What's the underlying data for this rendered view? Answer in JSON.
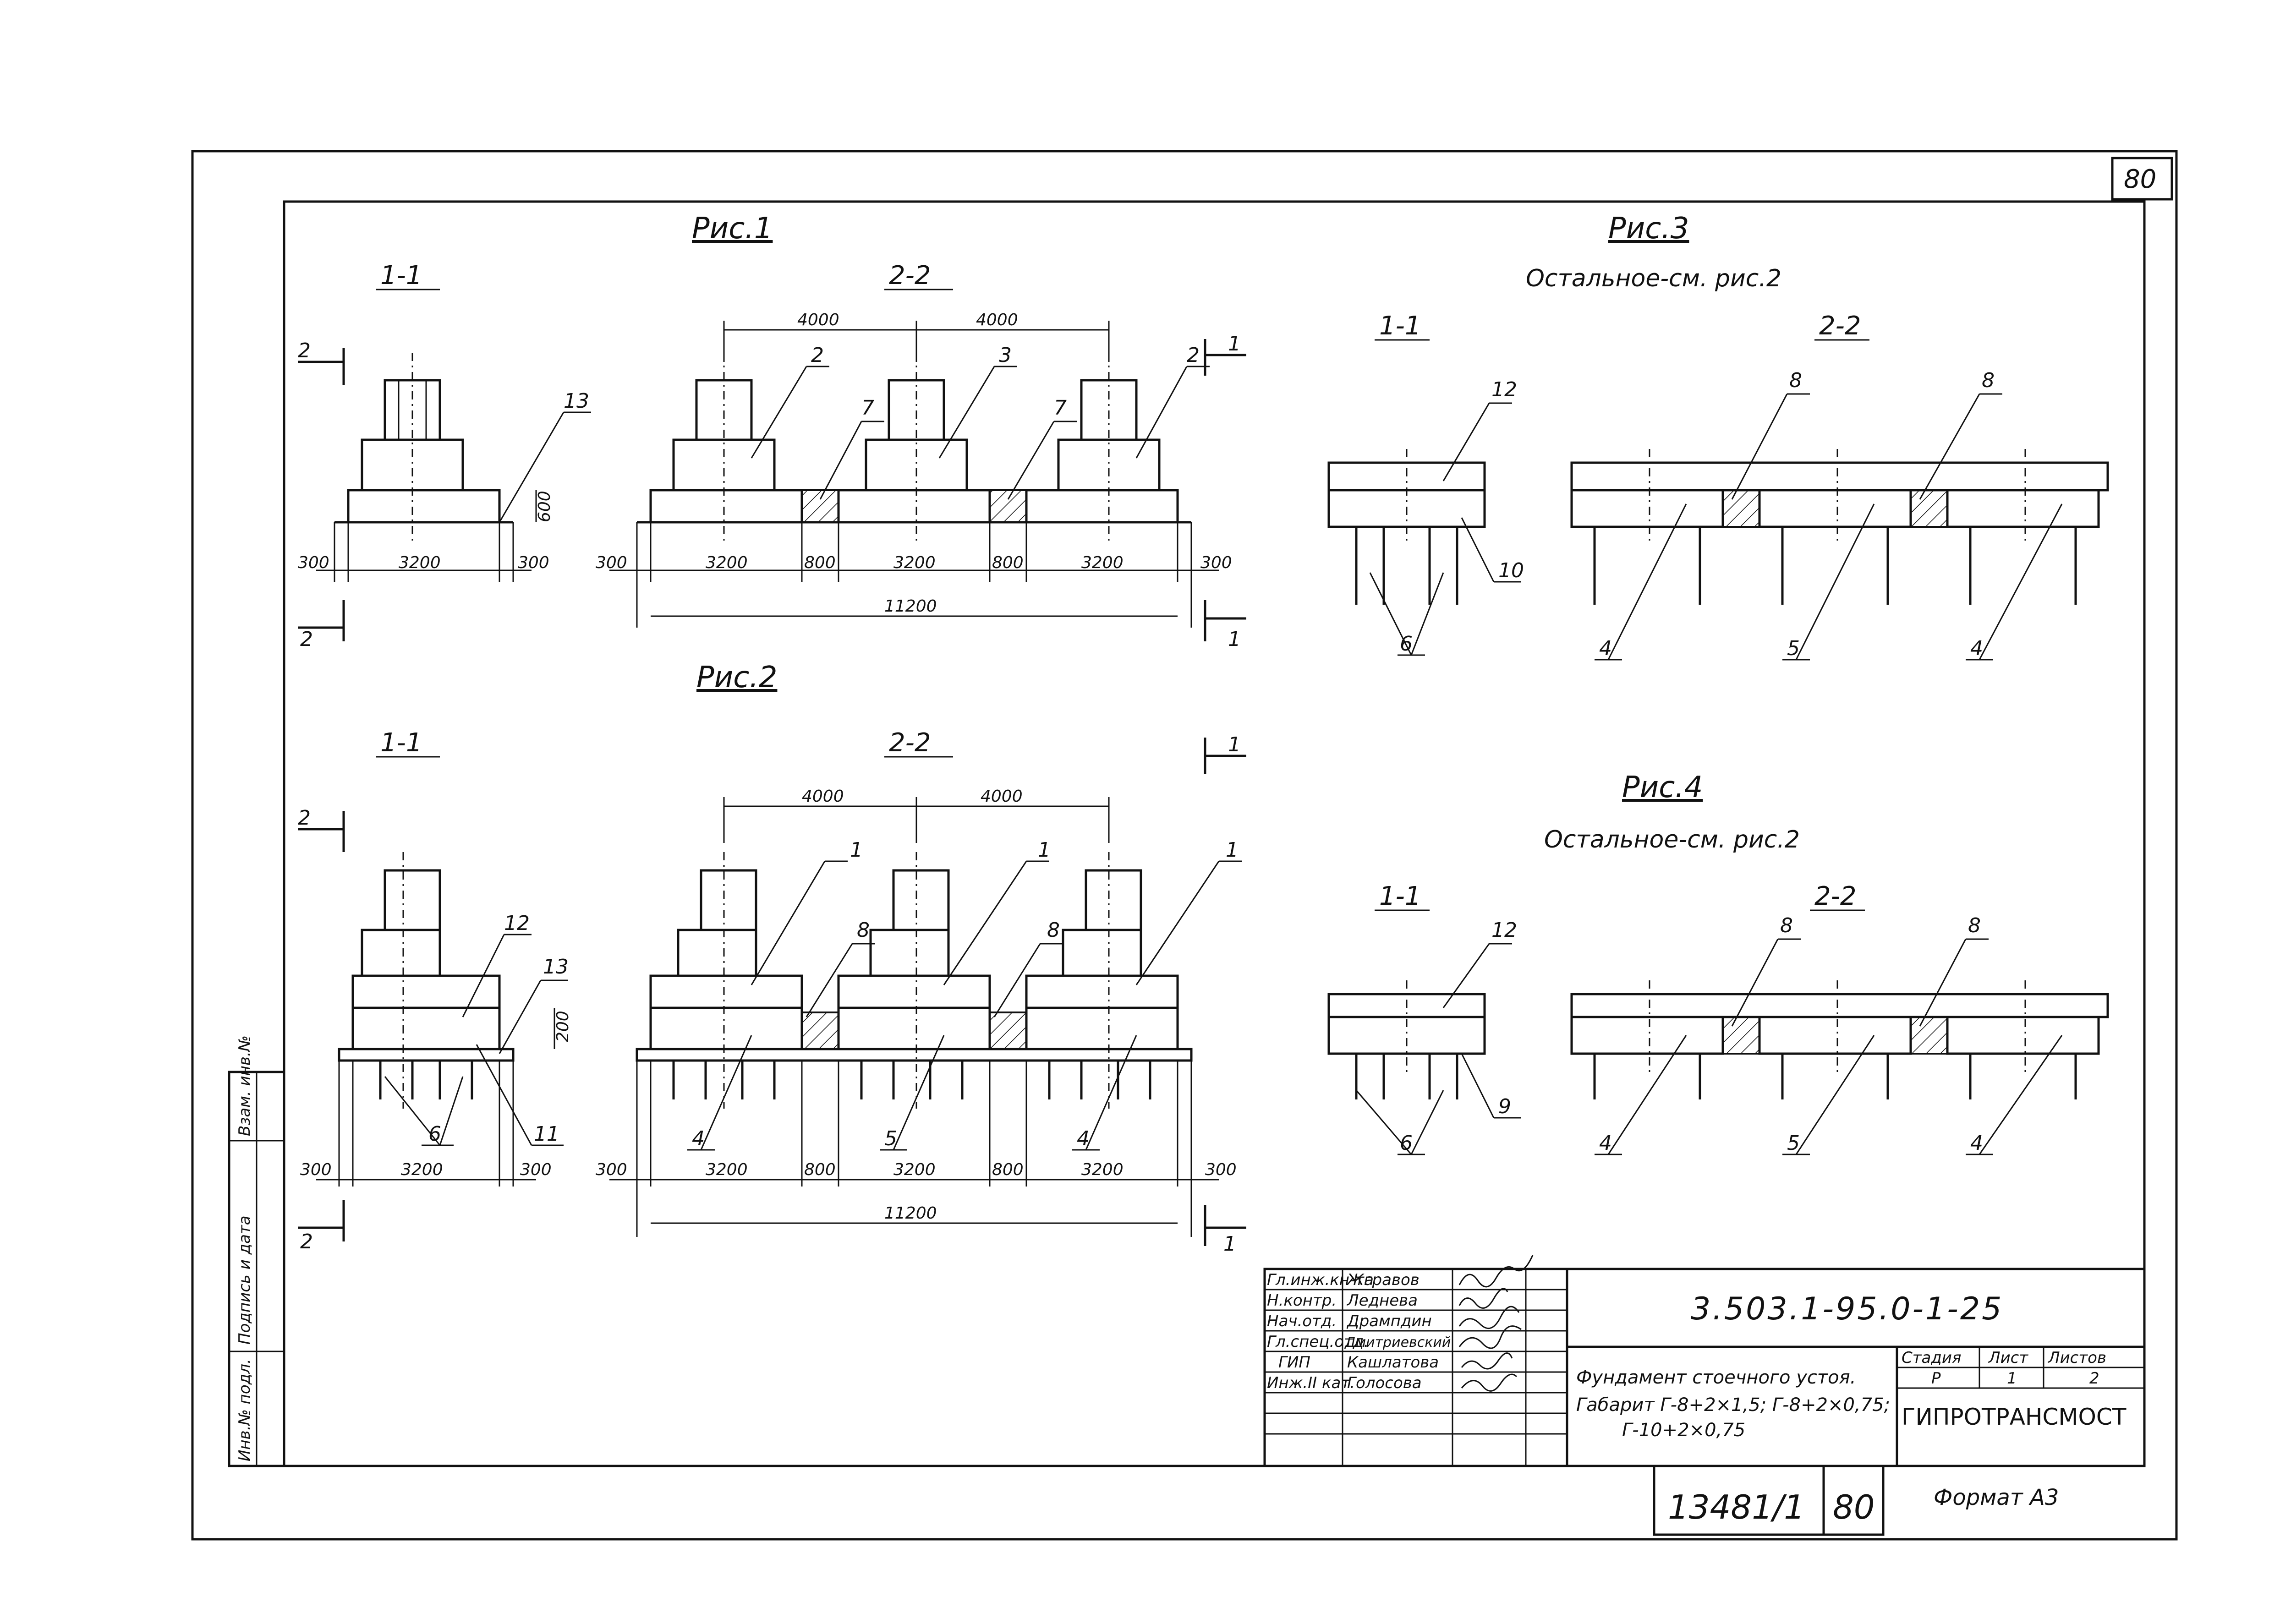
{
  "sheet": {
    "corner_number": "80",
    "sheet_code": "3.503.1-95.0-1-25",
    "inventory_number": "13481/1",
    "page_number": "80",
    "format": "Формат А3",
    "organization": "ГИПРОТРАНСМОСТ"
  },
  "side_strip": {
    "labels": [
      "Инв.№ подл.",
      "Подпись и дата",
      "Взам. инв.№"
    ]
  },
  "figures": {
    "fig1": {
      "title": "Рис.1",
      "section_a": "1-1",
      "section_b": "2-2",
      "dims_top": [
        "4000",
        "4000"
      ],
      "dims_a": [
        "300",
        "3200",
        "300"
      ],
      "dims_b": [
        "300",
        "3200",
        "800",
        "3200",
        "800",
        "3200",
        "300"
      ],
      "total": "11200",
      "height": "600",
      "callouts": [
        "2",
        "3",
        "2",
        "7",
        "7",
        "13"
      ],
      "cut_marks": [
        "2",
        "2",
        "1",
        "1"
      ]
    },
    "fig2": {
      "title": "Рис.2",
      "section_a": "1-1",
      "section_b": "2-2",
      "dims_top": [
        "4000",
        "4000"
      ],
      "dims_a": [
        "300",
        "3200",
        "300"
      ],
      "dims_b": [
        "300",
        "3200",
        "800",
        "3200",
        "800",
        "3200",
        "300"
      ],
      "total": "11200",
      "height": "200",
      "callouts": [
        "12",
        "13",
        "6",
        "11",
        "1",
        "1",
        "1",
        "8",
        "8",
        "4",
        "5",
        "4"
      ],
      "cut_marks": [
        "2",
        "2",
        "1",
        "1"
      ]
    },
    "fig3": {
      "title": "Рис.3",
      "note": "Остальное-см. рис.2",
      "section_a": "1-1",
      "section_b": "2-2",
      "callouts": [
        "12",
        "10",
        "6",
        "8",
        "8",
        "4",
        "5",
        "4"
      ]
    },
    "fig4": {
      "title": "Рис.4",
      "note": "Остальное-см. рис.2",
      "section_a": "1-1",
      "section_b": "2-2",
      "callouts": [
        "12",
        "9",
        "6",
        "8",
        "8",
        "4",
        "5",
        "4"
      ]
    }
  },
  "title_block": {
    "roles": [
      "Гл.инж.кн-та",
      "Н.контр.",
      "Нач.отд.",
      "Гл.спец.отд.",
      "ГИП",
      "Инж.II кат."
    ],
    "names": [
      "Жгравов",
      "Леднева",
      "Дрампдин",
      "Дмитриевский",
      "Кашлатова",
      "Голосова"
    ],
    "description_lines": [
      "Фундамент стоечного устоя.",
      "Габарит Г-8+2×1,5; Г-8+2×0,75;",
      "Г-10+2×0,75"
    ],
    "stage_header": "Стадия",
    "sheet_header": "Лист",
    "sheets_header": "Листов",
    "stage": "Р",
    "sheet": "1",
    "sheets": "2"
  }
}
